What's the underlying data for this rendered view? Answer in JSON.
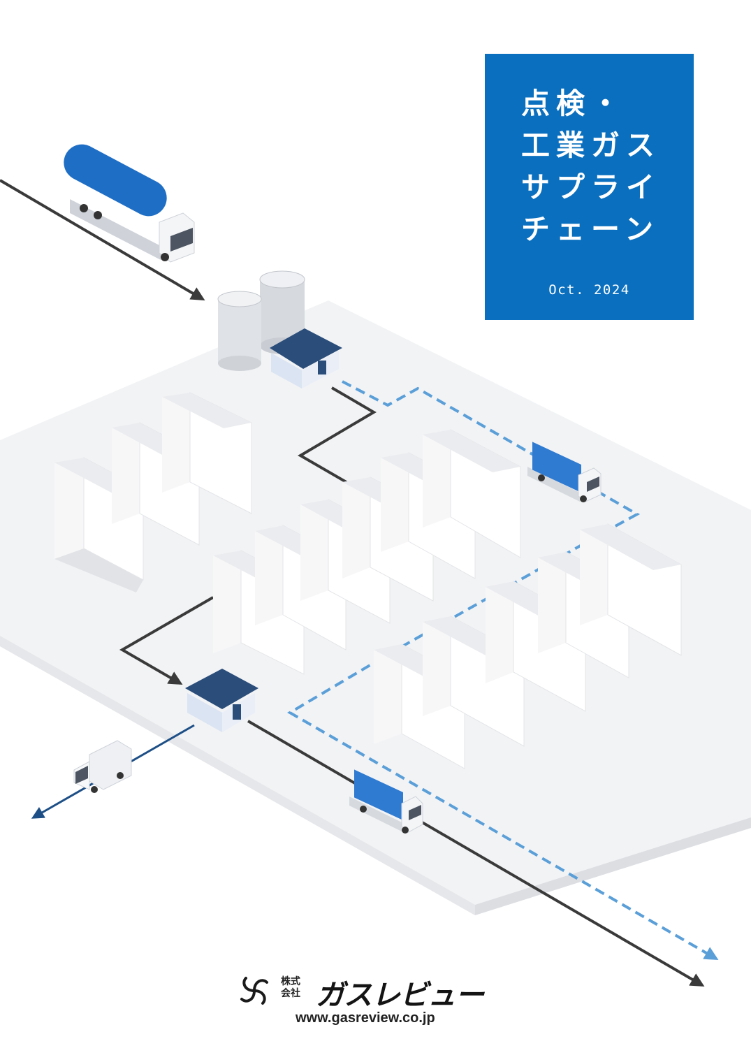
{
  "cover": {
    "title_lines": [
      "点検・",
      "工業ガス",
      "サプライ",
      "チェーン"
    ],
    "issue_date": "Oct. 2024",
    "accent_color": "#0a6fbe",
    "dashed_route_color": "#5b9fd8",
    "solid_route_color": "#3a3a3a"
  },
  "publisher": {
    "company_prefix_line1": "株式",
    "company_prefix_line2": "会社",
    "name": "ガスレビュー",
    "url": "www.gasreview.co.jp",
    "logo_icon": "pinwheel-logo-icon"
  },
  "illustration": {
    "tanker_truck_icon": "tanker-truck-icon",
    "storage_tanks_icon": "storage-tank-icon",
    "warehouse_icon": "warehouse-icon",
    "cylinder_truck_icon": "cylinder-truck-icon",
    "delivery_van_icon": "delivery-van-icon"
  }
}
